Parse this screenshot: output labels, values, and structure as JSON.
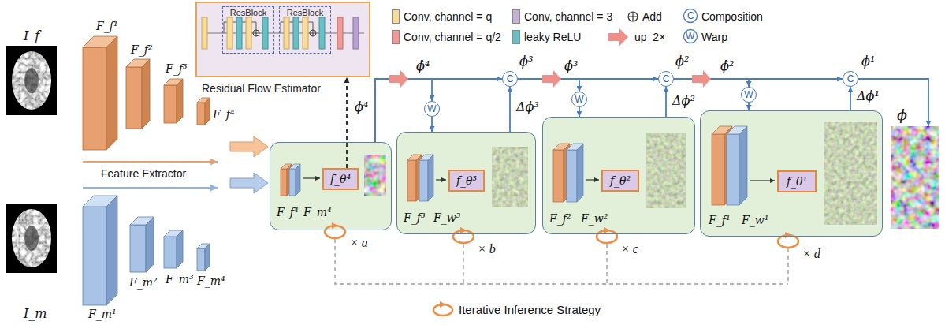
{
  "diagram": {
    "nodes": [
      {
        "text": [
          "Residual Flow Estimator"
        ]
      },
      {
        "text": [
          "ResBlock"
        ],
        "in": 0
      },
      {
        "text": [
          "ResBlock"
        ],
        "in": 0
      },
      {
        "text": [
          "F_f⁴",
          "F_m⁴"
        ]
      },
      {
        "text": [
          "f_θ⁴"
        ],
        "in": 3
      },
      {
        "text": [
          "W"
        ]
      },
      {
        "text": [
          "C"
        ]
      },
      {
        "text": [
          "F_f³",
          "F_w³"
        ]
      },
      {
        "text": [
          "f_θ³"
        ],
        "in": 7
      },
      {
        "text": [
          "W"
        ]
      },
      {
        "text": [
          "C"
        ]
      },
      {
        "text": [
          "F_f²",
          "F_w²"
        ]
      },
      {
        "text": [
          "f_θ²"
        ],
        "in": 11
      },
      {
        "text": [
          "W"
        ]
      },
      {
        "text": [
          "C"
        ]
      },
      {
        "text": [
          "F_f¹",
          "F_w¹"
        ]
      },
      {
        "text": [
          "f_θ¹"
        ],
        "in": 15
      },
      {
        "text": [
          "ϕ"
        ]
      }
    ],
    "edges": [
      {
        "from": 4,
        "to": 0,
        "arrow": "to"
      },
      {
        "from": 3,
        "to": 5,
        "arrow": "to"
      },
      {
        "from": 3,
        "to": 6,
        "arrow": "to"
      },
      {
        "from": 5,
        "to": 7,
        "arrow": "to"
      },
      {
        "from": 7,
        "to": 6,
        "arrow": "to"
      },
      {
        "from": 6,
        "to": 9,
        "arrow": "to"
      },
      {
        "from": 6,
        "to": 10,
        "arrow": "to"
      },
      {
        "from": 9,
        "to": 11,
        "arrow": "to"
      },
      {
        "from": 11,
        "to": 10,
        "arrow": "to"
      },
      {
        "from": 10,
        "to": 13,
        "arrow": "to"
      },
      {
        "from": 10,
        "to": 14,
        "arrow": "to"
      },
      {
        "from": 13,
        "to": 15,
        "arrow": "to"
      },
      {
        "from": 15,
        "to": 14,
        "arrow": "to"
      },
      {
        "from": 14,
        "to": 17,
        "arrow": "to"
      }
    ],
    "labels": [
      "I_f",
      "I_m",
      "F_f¹",
      "F_f²",
      "F_f³",
      "F_f⁴",
      "F_m¹",
      "F_m²",
      "F_m³",
      "F_m⁴",
      "Feature Extractor",
      "C",
      "W",
      "ϕ⁴",
      "ϕ̂⁴",
      "ϕ³",
      "Δϕ³",
      "ϕ̂³",
      "ϕ²",
      "Δϕ²",
      "ϕ̂²",
      "ϕ¹",
      "Δϕ¹",
      "× a",
      "× b",
      "× c",
      "× d"
    ],
    "legend": [
      {
        "text": "Conv, channel = q",
        "color": "#f8dc9a"
      },
      {
        "text": "Conv, channel = q/2",
        "color": "#ef9a96"
      },
      {
        "text": "Conv, channel = 3",
        "color": "#c7b1d8"
      },
      {
        "text": "leaky ReLU",
        "color": "#67c0c4"
      },
      {
        "text": "Add"
      },
      {
        "text": "up_2×"
      },
      {
        "text": "Composition"
      },
      {
        "text": "Warp"
      },
      {
        "text": "Iterative Inference Strategy"
      }
    ]
  }
}
